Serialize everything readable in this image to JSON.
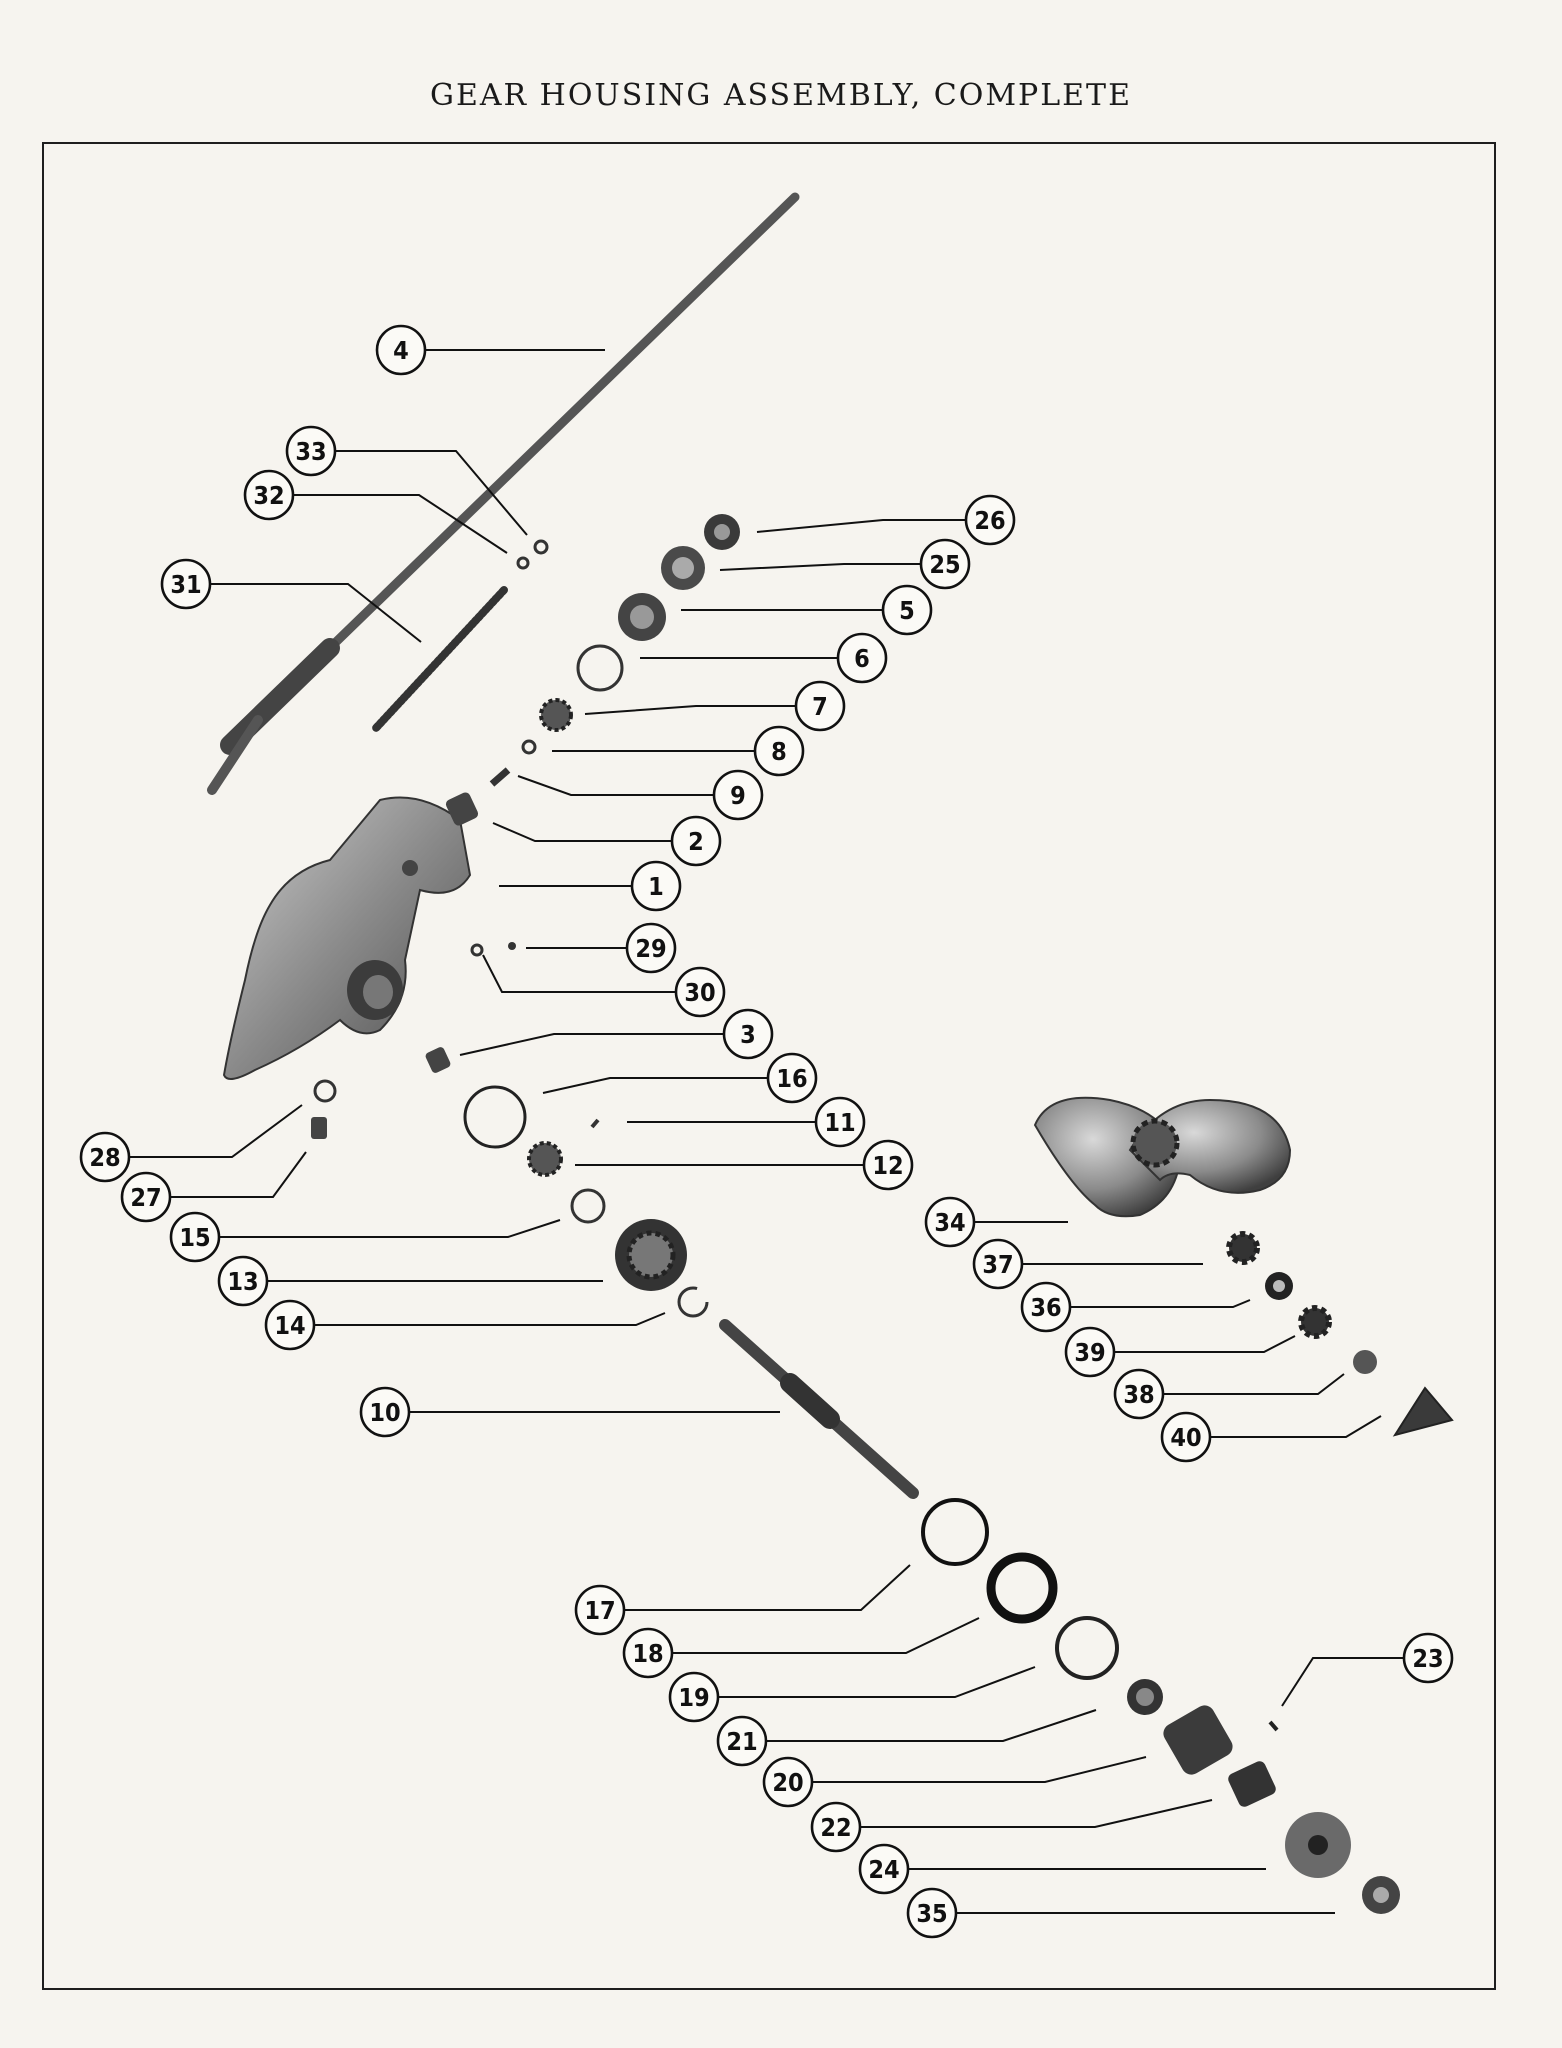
{
  "title": "GEAR HOUSING ASSEMBLY, COMPLETE",
  "callouts": [
    "1",
    "2",
    "3",
    "4",
    "5",
    "6",
    "7",
    "8",
    "9",
    "10",
    "11",
    "12",
    "13",
    "14",
    "15",
    "16",
    "17",
    "18",
    "19",
    "20",
    "21",
    "22",
    "23",
    "24",
    "25",
    "26",
    "27",
    "28",
    "29",
    "30",
    "31",
    "32",
    "33",
    "34",
    "35",
    "36",
    "37",
    "38",
    "39",
    "40"
  ],
  "colors": {
    "paper": "#f6f4ef",
    "ink": "#111111",
    "part": "#6e6e6e"
  }
}
